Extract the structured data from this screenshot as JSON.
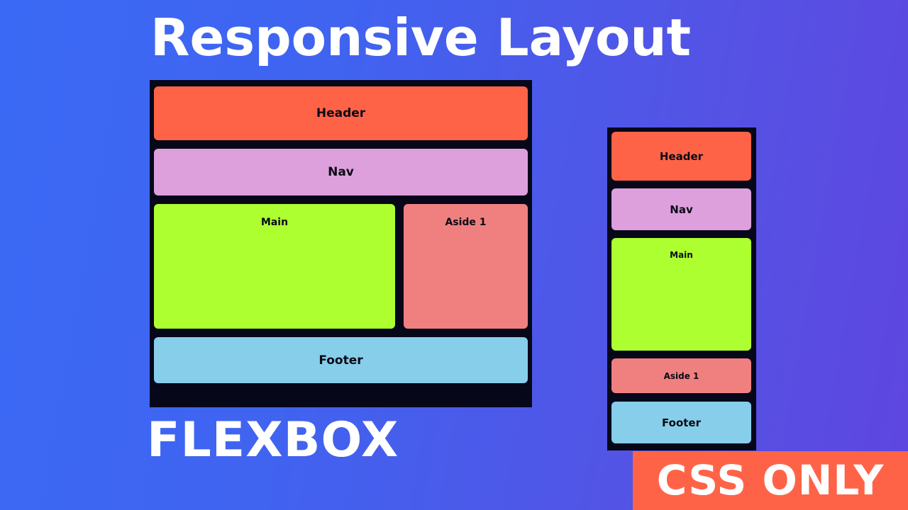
{
  "title": "Responsive Layout",
  "subtitle": "FLEXBOX",
  "badge": "CSS ONLY",
  "colors": {
    "background_start": "#3a6af5",
    "background_end": "#5e46e0",
    "frame": "#07071a",
    "header": "#ff6347",
    "nav": "#dda0dd",
    "main": "#adff2f",
    "aside": "#f08080",
    "footer": "#87ceeb",
    "badge": "#ff6347"
  },
  "desktop_layout": {
    "header": "Header",
    "nav": "Nav",
    "main": "Main",
    "aside": "Aside 1",
    "footer": "Footer"
  },
  "mobile_layout": {
    "header": "Header",
    "nav": "Nav",
    "main": "Main",
    "aside": "Aside 1",
    "footer": "Footer"
  }
}
